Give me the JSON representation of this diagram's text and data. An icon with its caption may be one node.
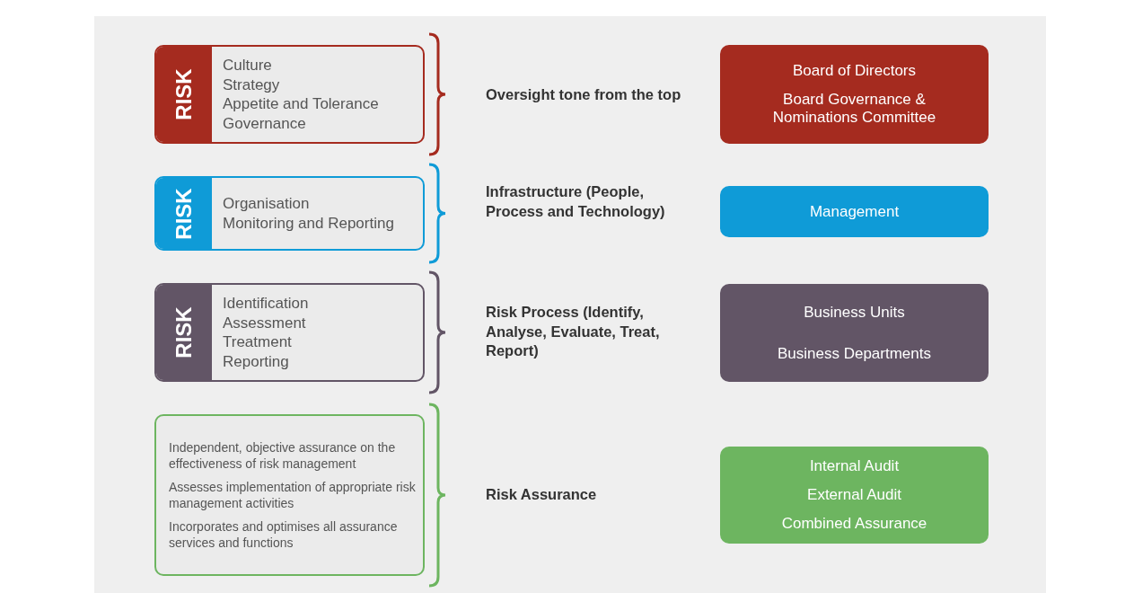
{
  "diagram": {
    "nodes": [
      {
        "text": [
          "RISK",
          "Culture",
          "Strategy",
          "Appetite and Tolerance",
          "Governance"
        ]
      },
      {
        "text": [
          "Board of Directors",
          "Board Governance & Nominations Committee"
        ]
      },
      {
        "text": [
          "RISK",
          "Organisation",
          "Monitoring and Reporting"
        ]
      },
      {
        "text": [
          "Management"
        ]
      },
      {
        "text": [
          "RISK",
          "Identification",
          "Assessment",
          "Treatment",
          "Reporting"
        ]
      },
      {
        "text": [
          "Business Units",
          "Business Departments"
        ]
      },
      {
        "text": [
          "Independent, objective assurance on the effectiveness of risk management",
          "Assesses implementation of appropriate risk management activities",
          "Incorporates and optimises all assurance services and functions"
        ]
      },
      {
        "text": [
          "Internal Audit",
          "External Audit",
          "Combined Assurance"
        ]
      }
    ],
    "edges": [],
    "labels": [
      "Oversight tone from the top",
      "Infrastructure (People, Process and Technology)",
      "Risk Process (Identify, Analyse, Evaluate, Treat, Report)",
      "Risk Assurance"
    ]
  }
}
